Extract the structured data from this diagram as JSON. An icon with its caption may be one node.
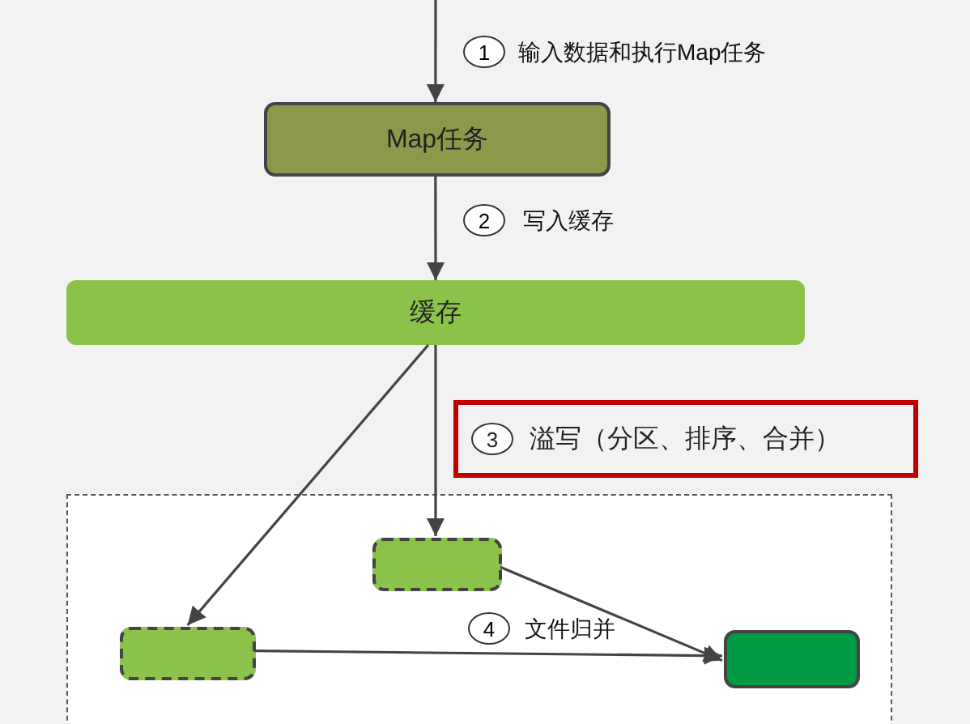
{
  "diagram": {
    "nodes": [
      {
        "text": [
          "Map任务"
        ]
      },
      {
        "text": [
          "缓存"
        ]
      },
      {
        "text": [],
        "shape": "box"
      },
      {
        "text": [],
        "shape": "box",
        "in": 2
      },
      {
        "text": [],
        "shape": "box",
        "in": 2
      },
      {
        "text": [],
        "shape": "box",
        "in": 2
      },
      {
        "text": [
          "3",
          "溢写（分区、排序、合并）"
        ]
      }
    ],
    "edges": [
      {
        "from": null,
        "to": 0,
        "arrow": "to",
        "label": "输入数据和执行Map任务"
      },
      {
        "from": 0,
        "to": 1,
        "arrow": "to",
        "label": "写入缓存"
      },
      {
        "from": 1,
        "to": 3,
        "arrow": "to"
      },
      {
        "from": 1,
        "to": 4,
        "arrow": "to"
      },
      {
        "from": 3,
        "to": 5,
        "arrow": "to"
      },
      {
        "from": 4,
        "to": 5,
        "arrow": "to",
        "label": "文件归并"
      }
    ],
    "labels": [
      "1",
      "2",
      "4"
    ]
  }
}
